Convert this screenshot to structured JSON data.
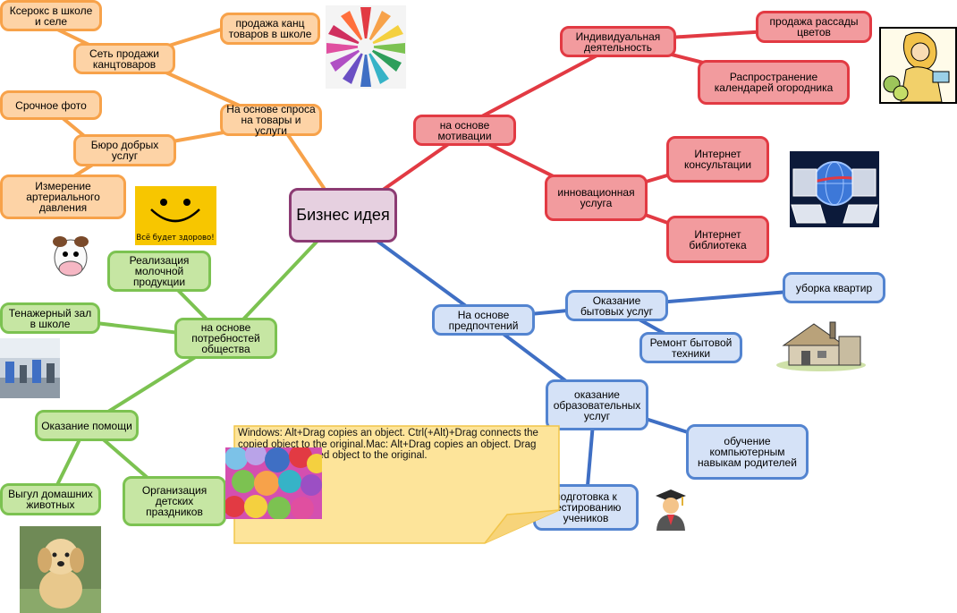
{
  "center": "Бизнес идея",
  "branches": {
    "orange": {
      "demand": "На основе спроса на товары и услуги",
      "stationery_net": "Сеть продажи канцтоваров",
      "copy": "Ксерокс в школе и селе",
      "stationery_sale": "продажа канц товаров в школе",
      "kind_bureau": "Бюро добрых услуг",
      "photo": "Срочное фото",
      "pressure": "Измерение артериального давления"
    },
    "red": {
      "motivation": "на основе мотивации",
      "individual": "Индивидуальная деятельность",
      "seedlings": "продажа рассады цветов",
      "calendars": "Распространение календарей огородника",
      "innovative": "инновационная услуга",
      "consult": "Интернет консультации",
      "library": "Интернет библиотека"
    },
    "blue": {
      "preferences": "На основе предпочтений",
      "household": "Оказание бытовых услуг",
      "cleaning": "уборка квартир",
      "repair": "Ремонт бытовой техники",
      "education": "оказание образовательных услуг",
      "computer": "обучение компьютерным навыкам родителей",
      "testing": "подготовка к тестированию учеников"
    },
    "green": {
      "society": "на основе потребностей общества",
      "milk": "Реализация молочной продукции",
      "gym": "Тенажерный зал в школе",
      "help": "Оказание помощи",
      "pets": "Выгул домашних животных",
      "kids": "Организация детских праздников"
    }
  },
  "smiley_caption": "Всё будет здорово!",
  "note": "Windows: Alt+Drag copies an object. Ctrl(+Alt)+Drag connects the copied object to the original.Mac:  Alt+Drag copies an object.             Drag connects the copied object to the original.",
  "colors": {
    "orange": "#f7a24a",
    "red": "#e23a43",
    "blue": "#3f6fc4",
    "green": "#7cc251",
    "center": "#8c3b73"
  }
}
